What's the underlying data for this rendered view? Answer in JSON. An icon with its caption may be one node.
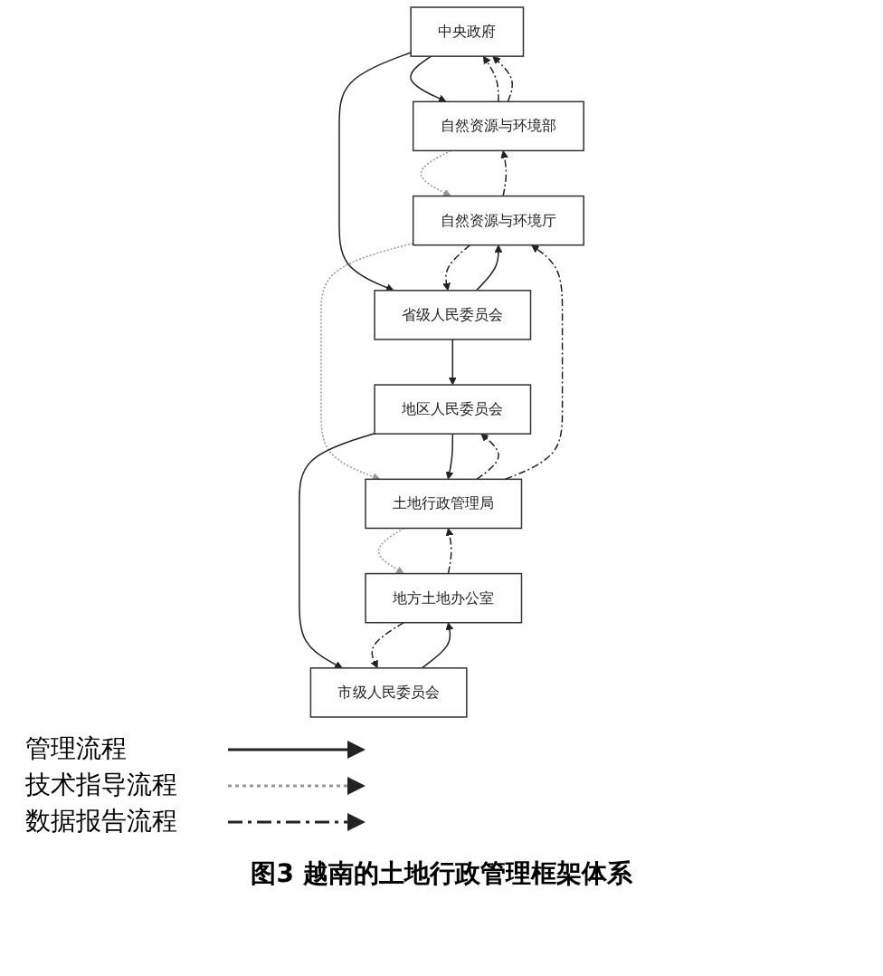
{
  "diagram": {
    "caption": "图3 越南的土地行政管理框架体系",
    "nodes": [
      {
        "text": [
          "中央政府"
        ]
      },
      {
        "text": [
          "自然资源与环境部"
        ]
      },
      {
        "text": [
          "省级人民委员会"
        ]
      },
      {
        "text": [
          "自然资源与环境厅"
        ]
      },
      {
        "text": [
          "地区人民委员会"
        ]
      },
      {
        "text": [
          "土地行政管理局"
        ]
      },
      {
        "text": [
          "市级人民委员会"
        ]
      },
      {
        "text": [
          "地方土地办公室"
        ]
      }
    ],
    "edges": [
      {
        "from": 0,
        "to": 1,
        "arrow": "to"
      },
      {
        "from": 0,
        "to": 2,
        "arrow": "to"
      },
      {
        "from": 1,
        "to": 0,
        "arrow": "to",
        "style": "dashed"
      },
      {
        "from": 1,
        "to": 0,
        "arrow": "to",
        "style": "dashed"
      },
      {
        "from": 1,
        "to": 3,
        "arrow": "to",
        "style": "dashed",
        "color": "#999999"
      },
      {
        "from": 2,
        "to": 3,
        "arrow": "to"
      },
      {
        "from": 2,
        "to": 4,
        "arrow": "to"
      },
      {
        "from": 3,
        "to": 2,
        "arrow": "to",
        "style": "dashed"
      },
      {
        "from": 3,
        "to": 1,
        "arrow": "to",
        "style": "dashed"
      },
      {
        "from": 3,
        "to": 5,
        "arrow": "to",
        "style": "dashed",
        "color": "#999999"
      },
      {
        "from": 4,
        "to": 5,
        "arrow": "to"
      },
      {
        "from": 4,
        "to": 6,
        "arrow": "to"
      },
      {
        "from": 5,
        "to": 4,
        "arrow": "to",
        "style": "dashed"
      },
      {
        "from": 5,
        "to": 3,
        "arrow": "to",
        "style": "dashed"
      },
      {
        "from": 5,
        "to": 7,
        "arrow": "to",
        "style": "dashed",
        "color": "#999999"
      },
      {
        "from": 6,
        "to": 7,
        "arrow": "to"
      },
      {
        "from": 7,
        "to": 6,
        "arrow": "to",
        "style": "dashed"
      },
      {
        "from": 7,
        "to": 5,
        "arrow": "to",
        "style": "dashed"
      }
    ],
    "legend": [
      {
        "text": "管理流程"
      },
      {
        "text": "技术指导流程"
      },
      {
        "text": "数据报告流程"
      }
    ]
  }
}
